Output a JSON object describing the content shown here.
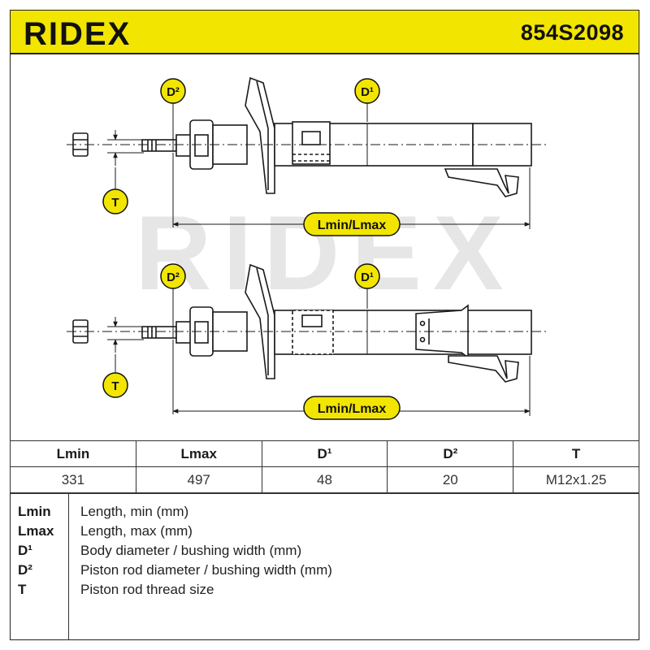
{
  "brand": {
    "logo_text": "RIDEX",
    "watermark_text": "RIDEX"
  },
  "header": {
    "part_number": "854S2098"
  },
  "diagram": {
    "labels": {
      "d2": "D²",
      "d1": "D¹",
      "t": "T",
      "length": "Lmin/Lmax"
    }
  },
  "colors": {
    "accent": "#f2e500",
    "line": "#1a1a1a",
    "watermark": "#e6e6e6"
  },
  "table": {
    "headers": [
      "Lmin",
      "Lmax",
      "D¹",
      "D²",
      "T"
    ],
    "values": [
      "331",
      "497",
      "48",
      "20",
      "M12x1.25"
    ]
  },
  "legend": [
    {
      "key": "Lmin",
      "desc": "Length, min (mm)"
    },
    {
      "key": "Lmax",
      "desc": "Length, max (mm)"
    },
    {
      "key": "D¹",
      "desc": "Body diameter / bushing width (mm)"
    },
    {
      "key": "D²",
      "desc": "Piston rod diameter / bushing width (mm)"
    },
    {
      "key": "T",
      "desc": "Piston rod thread size"
    }
  ]
}
